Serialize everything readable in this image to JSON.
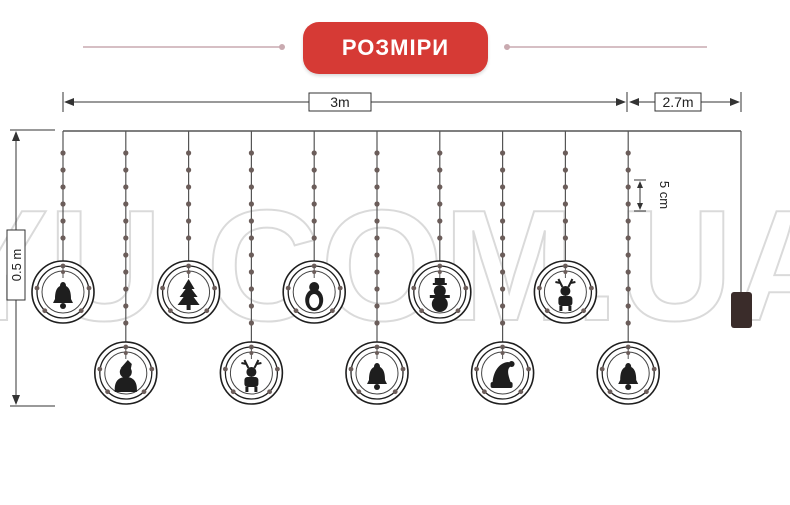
{
  "header": {
    "title": "РОЗМІРИ"
  },
  "dimensions": {
    "width_main": "3m",
    "width_lead": "2.7m",
    "height": "0.5 m",
    "spacing": "5 cm"
  },
  "watermark": {
    "text": "YU.COM.UA"
  },
  "ornaments": [
    {
      "icon": "bell-icon",
      "strand": 1,
      "row": "upper"
    },
    {
      "icon": "santa-icon",
      "strand": 2,
      "row": "lower"
    },
    {
      "icon": "christmas-tree-icon",
      "strand": 3,
      "row": "upper"
    },
    {
      "icon": "reindeer-icon",
      "strand": 4,
      "row": "lower"
    },
    {
      "icon": "penguin-icon",
      "strand": 5,
      "row": "upper"
    },
    {
      "icon": "bell-icon",
      "strand": 6,
      "row": "lower"
    },
    {
      "icon": "snowman-icon",
      "strand": 7,
      "row": "upper"
    },
    {
      "icon": "santa-hat-icon",
      "strand": 8,
      "row": "lower"
    },
    {
      "icon": "reindeer-icon",
      "strand": 9,
      "row": "upper"
    },
    {
      "icon": "bell-icon",
      "strand": 10,
      "row": "lower"
    }
  ],
  "colors": {
    "accent": "#d63a35",
    "wire": "#555555",
    "ink": "#1e1e1e",
    "battery": "#3a2c2a"
  }
}
